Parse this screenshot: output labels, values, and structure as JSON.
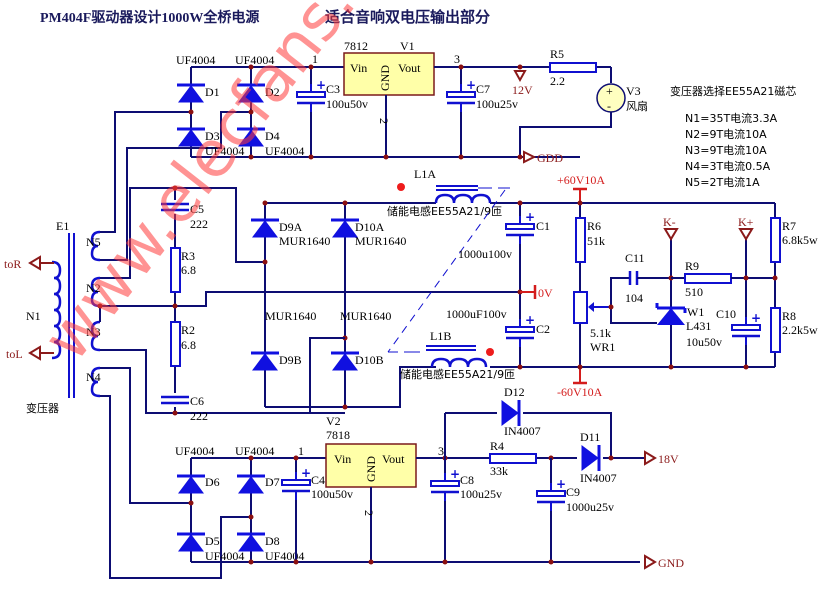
{
  "title": {
    "main": "PM404F驱动器设计1000W全桥电源",
    "sub": "适合音响双电压输出部分"
  },
  "watermark": "www.elecfans.com",
  "colors": {
    "wire": "#0d0d73",
    "component": "#1010d0",
    "junction": "#8b1010",
    "regulator_fill": "#ffffa8",
    "net_label": "#8b1a1a",
    "supply_label": "#d41c1c"
  },
  "transformer": {
    "ref": "E1",
    "label": "变压器",
    "inputs": [
      "toR",
      "toL"
    ],
    "windings": [
      "N1",
      "N5",
      "N2",
      "N3",
      "N4"
    ],
    "core_note": "变压器选择EE55A21磁芯",
    "winding_specs": [
      "N1=35T电流3.3A",
      "N2=9T电流10A",
      "N3=9T电流10A",
      "N4=3T电流0.5A",
      "N5=2T电流1A"
    ]
  },
  "upper_supply": {
    "diodes": [
      {
        "ref": "D1",
        "part": "UF4004"
      },
      {
        "ref": "D2",
        "part": "UF4004"
      },
      {
        "ref": "D3",
        "part": "UF4004"
      },
      {
        "ref": "D4",
        "part": "UF4004"
      }
    ],
    "input_cap": {
      "ref": "C3",
      "value": "100u50v"
    },
    "regulator": {
      "ref": "V1",
      "part": "7812",
      "pin_in": "Vin",
      "pin_gnd": "GND",
      "pin_out": "Vout",
      "pin1": "1",
      "pin2": "2",
      "pin3": "3"
    },
    "output_cap": {
      "ref": "C7",
      "value": "100u25v"
    },
    "net_12v": "12V",
    "resistor": {
      "ref": "R5",
      "value": "2.2"
    },
    "fan": {
      "ref": "V3",
      "label": "风扇",
      "plus": "+",
      "minus": "-"
    },
    "ground_net": "GDD"
  },
  "snubber": {
    "C5": {
      "ref": "C5",
      "value": "222"
    },
    "R3": {
      "ref": "R3",
      "value": "6.8"
    },
    "R2": {
      "ref": "R2",
      "value": "6.8"
    },
    "C6": {
      "ref": "C6",
      "value": "222"
    }
  },
  "main_rectifier": {
    "diodes": [
      {
        "ref": "D9A",
        "part": "MUR1640"
      },
      {
        "ref": "D10A",
        "part": "MUR1640"
      },
      {
        "ref": "D9B",
        "part": "MUR1640"
      },
      {
        "ref": "D10B",
        "part": "MUR1640"
      }
    ],
    "inductor_a": {
      "ref": "L1A",
      "desc": "储能电感EE55A21/9匝"
    },
    "inductor_b": {
      "ref": "L1B",
      "desc": "储能电感EE55A21/9匝"
    },
    "C1": {
      "ref": "C1",
      "value": "1000u100v"
    },
    "C2": {
      "ref": "C2",
      "value": "1000uF100v"
    },
    "net_pos": "+60V10A",
    "net_zero": "0V",
    "net_neg": "-60V10A"
  },
  "feedback": {
    "R6": {
      "ref": "R6",
      "value": "51k"
    },
    "WR1": {
      "ref": "WR1",
      "value": "5.1k"
    },
    "C11": {
      "ref": "C11",
      "value": "104"
    },
    "R9": {
      "ref": "R9",
      "value": "510"
    },
    "W1": {
      "ref": "W1",
      "part": "L431"
    },
    "C10": {
      "ref": "C10",
      "value": "10u50v"
    },
    "R7": {
      "ref": "R7",
      "value": "6.8k5w"
    },
    "R8": {
      "ref": "R8",
      "value": "2.2k5w"
    },
    "k_minus": "K-",
    "k_plus": "K+"
  },
  "lower_supply": {
    "diodes": [
      {
        "ref": "D6",
        "part": "UF4004"
      },
      {
        "ref": "D7",
        "part": "UF4004"
      },
      {
        "ref": "D5",
        "part": "UF4004"
      },
      {
        "ref": "D8",
        "part": "UF4004"
      }
    ],
    "input_cap": {
      "ref": "C4",
      "value": "100u50v"
    },
    "regulator": {
      "ref": "V2",
      "part": "7818",
      "pin_in": "Vin",
      "pin_gnd": "GND",
      "pin_out": "Vout",
      "pin1": "1",
      "pin2": "2",
      "pin3": "3"
    },
    "C8": {
      "ref": "C8",
      "value": "100u25v"
    },
    "R4": {
      "ref": "R4",
      "value": "33k"
    },
    "C9": {
      "ref": "C9",
      "value": "1000u25v"
    },
    "D11": {
      "ref": "D11",
      "part": "IN4007"
    },
    "D12": {
      "ref": "D12",
      "part": "IN4007"
    },
    "net_18v": "18V",
    "net_gnd": "GND"
  }
}
